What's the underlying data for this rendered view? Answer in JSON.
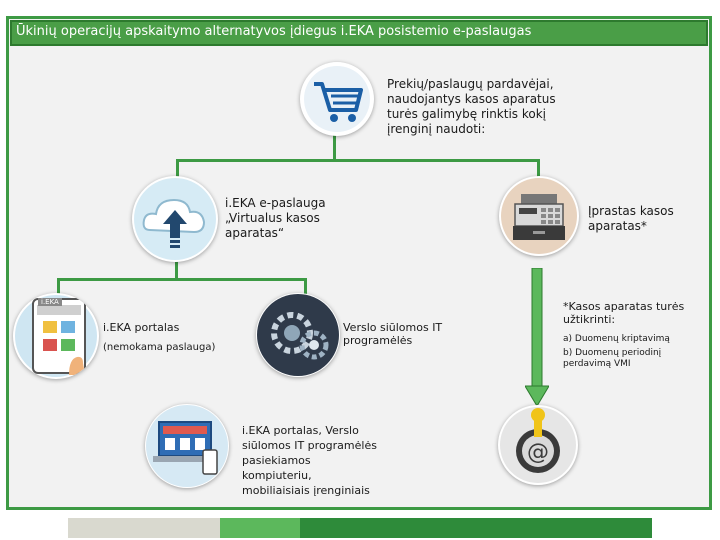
{
  "title": "Ūkinių operacijų apskaitymo alternatyvos įdiegus i.EKA posistemio e-paslaugas",
  "sellers_text": [
    "Prekių/paslaugų pardavėjai,",
    "naudojantys kasos aparatus",
    "turės galimybę rinktis kokį",
    "įrenginį naudoti:"
  ],
  "virtual_kasa": [
    "i.EKA e-paslauga",
    "„Virtualus kasos",
    "aparatas“"
  ],
  "regular_kasa": [
    "Įprastas kasos",
    "aparatas*"
  ],
  "portal_label": "i.EKA portalas",
  "portal_sub": "(nemokama paslauga)",
  "portal_screen_label": "i.EKA",
  "it_programs": [
    "Verslo siūlomos IT",
    "programėlės"
  ],
  "note_title": [
    "*Kasos aparatas turės",
    "užtikrinti:"
  ],
  "note_a": "a) Duomenų kriptavimą",
  "note_b": [
    "b) Duomenų periodinį",
    "perdavimą VMI"
  ],
  "devices_text": [
    "i.EKA portalas, Verslo",
    "siūlomos IT programėlės",
    "pasiekiamos",
    "kompiuteriu,",
    "mobiliaisiais įrenginiais"
  ],
  "icons": [
    "shopping-cart-icon",
    "cloud-upload-icon",
    "cash-register-icon",
    "tablet-app-icon",
    "gears-icon",
    "laptop-devices-icon",
    "padlock-key-icon"
  ],
  "colors": {
    "accent_green": "#3d9a44",
    "title_bar": "#4a9e47",
    "bottom_bar_light": "#d9d9cf",
    "bottom_bar_mid": "#5cb85c",
    "bottom_bar_dark": "#2e8b3a"
  }
}
